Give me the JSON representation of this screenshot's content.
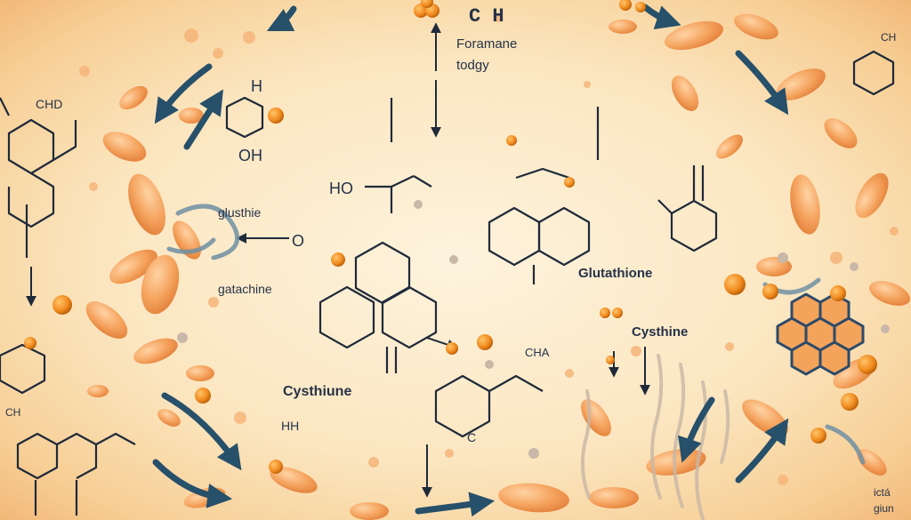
{
  "labels": {
    "formula_top": "C H",
    "formamane": "Foramane",
    "today": "todgy",
    "chd": "CHD",
    "glusthie": "glusthie",
    "gatachine": "gatachine",
    "ho": "HO",
    "oh_left": "OH",
    "h_left": "H",
    "o_small": "O",
    "glutathione": "Glutathione",
    "cysthine_right": "Cysthine",
    "cystiune": "Cysthiune",
    "cha": "CHA",
    "hh": "HH",
    "c_bottom": "C",
    "ch_left": "CH",
    "ch_topright": "CH",
    "ict_g": "ictá",
    "giu": "giun"
  },
  "colors": {
    "bacteria": "#f5a45f",
    "bacteria_dark": "#e58a45",
    "atom_orange": "#f08a1e",
    "arrow": "#27506a",
    "line": "#1f2a3a",
    "background": "#fbe6c0"
  }
}
